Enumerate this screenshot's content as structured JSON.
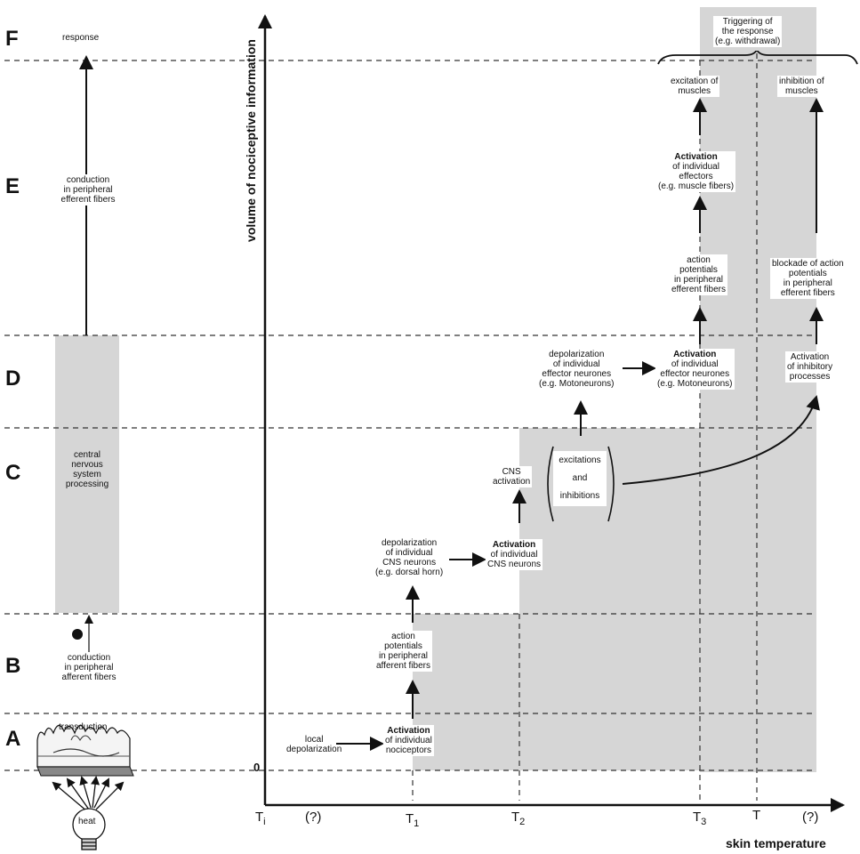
{
  "levels": {
    "A": "A",
    "B": "B",
    "C": "C",
    "D": "D",
    "E": "E",
    "F": "F"
  },
  "left_column": {
    "response": "response",
    "conduction_efferent": [
      "conduction",
      "in peripheral",
      "efferent fibers"
    ],
    "cns_processing": [
      "central",
      "nervous",
      "system",
      "processing"
    ],
    "conduction_afferent": [
      "conduction",
      "in peripheral",
      "afferent fibers"
    ],
    "transduction": "transduction",
    "heat": "heat"
  },
  "axes": {
    "y_label": "volume of nociceptive information",
    "y_zero": "0",
    "x_label": "skin temperature",
    "x_ticks": [
      {
        "main": "T",
        "sub": "i"
      },
      {
        "main": "(?)",
        "sub": ""
      },
      {
        "main": "T",
        "sub": "1"
      },
      {
        "main": "T",
        "sub": "2"
      },
      {
        "main": "T",
        "sub": "3"
      },
      {
        "main": "T",
        "sub": ""
      },
      {
        "main": "(?)",
        "sub": ""
      }
    ]
  },
  "boxes": {
    "local_depol": [
      "local",
      "depolarization"
    ],
    "act_nociceptors": {
      "bold": "Activation",
      "rest": [
        "of individual",
        "nociceptors"
      ]
    },
    "ap_afferent": [
      "action",
      "potentials",
      "in peripheral",
      "afferent fibers"
    ],
    "depol_cns": [
      "depolarization",
      "of individual",
      "CNS neurons",
      "(e.g. dorsal horn)"
    ],
    "act_cns": {
      "bold": "Activation",
      "rest": [
        "of individual",
        "CNS neurons"
      ]
    },
    "cns_activation": [
      "CNS",
      "activation"
    ],
    "exc_inh": [
      "excitations",
      "and",
      "inhibitions"
    ],
    "depol_effector": [
      "depolarization",
      "of individual",
      "effector neurones",
      "(e.g. Motoneurons)"
    ],
    "act_effector": {
      "bold": "Activation",
      "rest": [
        "of individual",
        "effector neurones",
        "(e.g. Motoneurons)"
      ]
    },
    "act_inhibitory": [
      "Activation",
      "of inhibitory",
      "processes"
    ],
    "ap_efferent": [
      "action",
      "potentials",
      "in peripheral",
      "efferent fibers"
    ],
    "blockade": [
      "blockade of action",
      "potentials",
      "in peripheral",
      "efferent fibers"
    ],
    "act_effectors": {
      "bold": "Activation",
      "rest": [
        "of individual",
        "effectors",
        "(e.g. muscle fibers)"
      ]
    },
    "excitation_muscles": [
      "excitation of",
      "muscles"
    ],
    "inhibition_muscles": [
      "inhibition of",
      "muscles"
    ],
    "triggering": [
      "Triggering of",
      "the response",
      "(e.g. withdrawal)"
    ]
  },
  "colors": {
    "shade": "#d6d6d6",
    "line": "#111111",
    "dash": "#333333"
  }
}
